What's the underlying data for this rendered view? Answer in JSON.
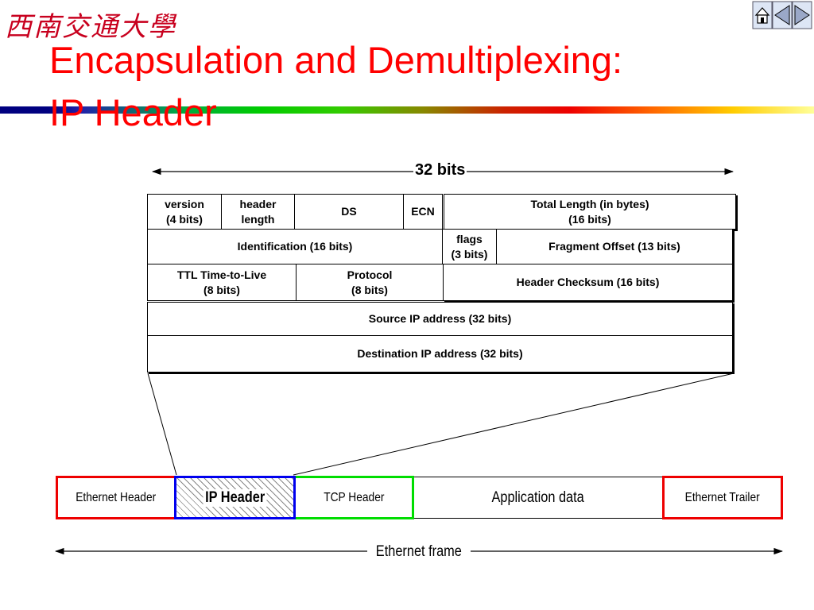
{
  "logo": "西南交通大學",
  "title": {
    "line1": "Encapsulation and Demultiplexing:",
    "line2": "IP Header"
  },
  "nav": {
    "icons": [
      "home-icon",
      "prev-slide-icon",
      "next-slide-icon"
    ]
  },
  "colors": {
    "title": "#ff0000",
    "ethernet_border": "#ee0000",
    "ip_border": "#0000ee",
    "tcp_border": "#00dd00"
  },
  "header": {
    "width_label": "32 bits",
    "fields": {
      "version": "version\n(4 bits)",
      "header_length": "header\nlength",
      "ds": "DS",
      "ecn": "ECN",
      "total_length": "Total Length (in bytes)\n(16 bits)",
      "identification": "Identification (16 bits)",
      "flags": "flags\n(3 bits)",
      "fragment_offset": "Fragment Offset (13 bits)",
      "ttl": "TTL Time-to-Live\n(8 bits)",
      "protocol": "Protocol\n(8 bits)",
      "checksum": "Header Checksum (16 bits)",
      "source_ip": "Source IP address (32 bits)",
      "destination_ip": "Destination IP address (32 bits)"
    }
  },
  "frame": {
    "ethernet_header": "Ethernet Header",
    "ip_header": "IP Header",
    "tcp_header": "TCP Header",
    "application_data": "Application data",
    "ethernet_trailer": "Ethernet Trailer",
    "span_label": "Ethernet frame"
  }
}
